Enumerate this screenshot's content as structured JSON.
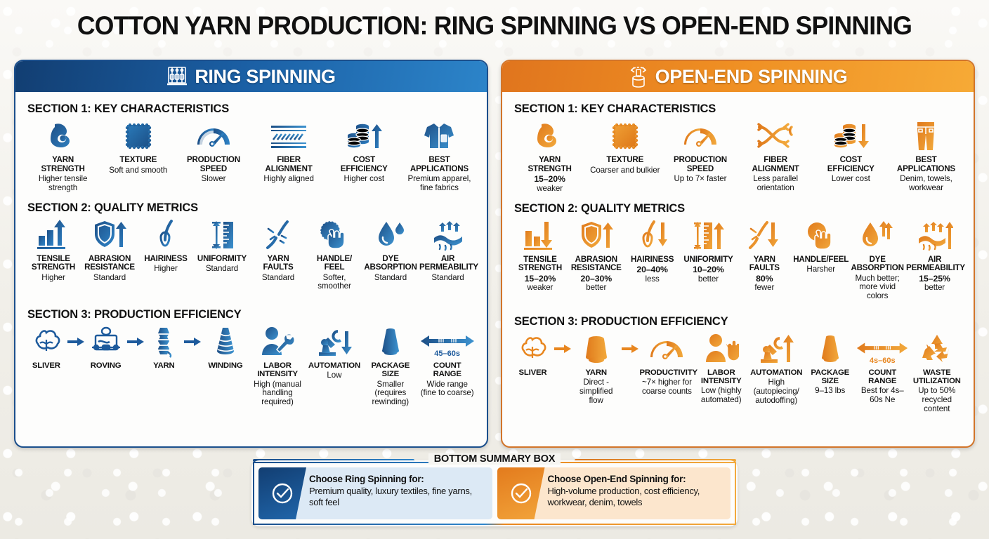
{
  "title": "COTTON YARN PRODUCTION: RING SPINNING VS OPEN-END SPINNING",
  "colors": {
    "ring_dark": "#123e72",
    "ring_mid": "#1b5fa4",
    "ring_light": "#2c84c9",
    "openend_dark": "#e0751e",
    "openend_mid": "#ef8f23",
    "openend_light": "#f6aa36",
    "background": "#f3f2ee"
  },
  "left_panel": {
    "header": "RING SPINNING",
    "header_icon": "ring-frame-icon",
    "sections": [
      {
        "title": "SECTION 1: KEY CHARACTERISTICS",
        "items": [
          {
            "icon": "flexed-bicep-icon",
            "label": "YARN\nSTRENGTH",
            "value": "Higher tensile strength"
          },
          {
            "icon": "fabric-swatch-icon",
            "label": "TEXTURE",
            "value": "Soft and smooth"
          },
          {
            "icon": "speedometer-icon",
            "label": "PRODUCTION\nSPEED",
            "value": "Slower"
          },
          {
            "icon": "aligned-fibers-icon",
            "label": "FIBER\nALIGNMENT",
            "value": "Highly aligned"
          },
          {
            "icon": "coin-stack-up-arrow-icon",
            "label": "COST\nEFFICIENCY",
            "value": "Higher cost"
          },
          {
            "icon": "dress-shirt-icon",
            "label": "BEST\nAPPLICATIONS",
            "value": "Premium apparel, fine fabrics"
          }
        ]
      },
      {
        "title": "SECTION 2: QUALITY METRICS",
        "items": [
          {
            "icon": "bar-chart-up-arrow-icon",
            "label": "TENSILE\nSTRENGTH",
            "value": "Higher"
          },
          {
            "icon": "shield-up-arrow-icon",
            "label": "ABRASION\nRESISTANCE",
            "value": "Standard"
          },
          {
            "icon": "hair-follicle-icon",
            "label": "HAIRINESS",
            "value": "Higher"
          },
          {
            "icon": "ruler-measure-icon",
            "label": "UNIFORMITY",
            "value": "Standard"
          },
          {
            "icon": "yarn-break-icon",
            "label": "YARN\nFAULTS",
            "value": "Standard"
          },
          {
            "icon": "hand-touch-icon",
            "label": "HANDLE/\nFEEL",
            "value": "Softer, smoother"
          },
          {
            "icon": "water-droplet-icon",
            "label": "DYE\nABSORPTION",
            "value": "Standard"
          },
          {
            "icon": "air-permeability-icon",
            "label": "AIR\nPERMEABILITY",
            "value": "Standard"
          }
        ]
      },
      {
        "title": "SECTION 3: PRODUCTION EFFICIENCY",
        "flow": [
          {
            "icon": "cotton-boll-icon",
            "label": "SLIVER"
          },
          {
            "icon": "arrow-right-icon",
            "label": ""
          },
          {
            "icon": "roving-frame-icon",
            "label": "ROVING"
          },
          {
            "icon": "arrow-right-icon",
            "label": ""
          },
          {
            "icon": "yarn-bobbin-icon",
            "label": "YARN"
          },
          {
            "icon": "arrow-right-icon",
            "label": ""
          },
          {
            "icon": "winding-cone-icon",
            "label": "WINDING"
          }
        ],
        "items": [
          {
            "icon": "worker-wrench-icon",
            "label": "LABOR\nINTENSITY",
            "value": "High (manual handling required)"
          },
          {
            "icon": "robot-arm-down-icon",
            "label": "AUTOMATION",
            "value": "Low"
          },
          {
            "icon": "cone-package-icon",
            "label": "PACKAGE\nSIZE",
            "value": "Smaller (requires rewinding)"
          },
          {
            "icon": "double-arrow-icon",
            "label": "COUNT\nRANGE",
            "value": "Wide range (fine to coarse)",
            "badge": "45–60s"
          }
        ]
      }
    ]
  },
  "right_panel": {
    "header": "OPEN-END SPINNING",
    "header_icon": "rotor-spinning-icon",
    "sections": [
      {
        "title": "SECTION 1: KEY CHARACTERISTICS",
        "items": [
          {
            "icon": "flexed-bicep-icon",
            "label": "YARN\nSTRENGTH",
            "value": "15–20%",
            "value2": "weaker",
            "emph": true
          },
          {
            "icon": "fabric-swatch-icon",
            "label": "TEXTURE",
            "value": "Coarser and bulkier"
          },
          {
            "icon": "speedometer-icon",
            "label": "PRODUCTION\nSPEED",
            "value": "Up to 7× faster"
          },
          {
            "icon": "crossed-fibers-icon",
            "label": "FIBER\nALIGNMENT",
            "value": "Less parallel orientation"
          },
          {
            "icon": "coin-stack-down-arrow-icon",
            "label": "COST\nEFFICIENCY",
            "value": "Lower cost"
          },
          {
            "icon": "denim-jeans-icon",
            "label": "BEST\nAPPLICATIONS",
            "value": "Denim, towels, workwear"
          }
        ]
      },
      {
        "title": "SECTION 2: QUALITY METRICS",
        "items": [
          {
            "icon": "bar-chart-down-arrow-icon",
            "label": "TENSILE\nSTRENGTH",
            "value": "15–20%",
            "value2": "weaker",
            "emph": true
          },
          {
            "icon": "shield-up-arrow-icon",
            "label": "ABRASION\nRESISTANCE",
            "value": "20–30%",
            "value2": "better",
            "emph": true
          },
          {
            "icon": "hair-follicle-down-icon",
            "label": "HAIRINESS",
            "value": "20–40%",
            "value2": "less",
            "emph": true
          },
          {
            "icon": "ruler-measure-up-icon",
            "label": "UNIFORMITY",
            "value": "10–20%",
            "value2": "better",
            "emph": true
          },
          {
            "icon": "yarn-break-down-icon",
            "label": "YARN\nFAULTS",
            "value": "80%",
            "value2": "fewer",
            "emph": true
          },
          {
            "icon": "hand-touch-icon",
            "label": "HANDLE/FEEL",
            "value": "Harsher"
          },
          {
            "icon": "water-droplet-up-icon",
            "label": "DYE\nABSORPTION",
            "value": "Much better; more vivid colors"
          },
          {
            "icon": "air-permeability-up-icon",
            "label": "AIR\nPERMEABILITY",
            "value": "15–25%",
            "value2": "better",
            "emph": true
          }
        ]
      },
      {
        "title": "SECTION 3: PRODUCTION EFFICIENCY",
        "flow": [
          {
            "icon": "cotton-boll-icon",
            "label": "SLIVER"
          },
          {
            "icon": "arrow-right-icon",
            "label": ""
          },
          {
            "icon": "rotor-package-icon",
            "label": "YARN",
            "value": "Direct - simplified flow"
          },
          {
            "icon": "arrow-right-icon",
            "label": ""
          },
          {
            "icon": "speedometer-icon",
            "label": "PRODUCTIVITY",
            "value": "~7× higher for coarse counts"
          }
        ],
        "items": [
          {
            "icon": "worker-wave-icon",
            "label": "LABOR\nINTENSITY",
            "value": "Low (highly automated)"
          },
          {
            "icon": "robot-arm-up-icon",
            "label": "AUTOMATION",
            "value": "High (autopiecing/ autodoffing)"
          },
          {
            "icon": "cone-package-icon",
            "label": "PACKAGE\nSIZE",
            "value": "9–13 lbs"
          },
          {
            "icon": "double-arrow-icon",
            "label": "COUNT\nRANGE",
            "value": "Best for 4s–60s Ne",
            "badge": "4s–60s"
          },
          {
            "icon": "recycle-icon",
            "label": "WASTE\nUTILIZATION",
            "value": "Up to 50% recycled content"
          }
        ]
      }
    ]
  },
  "summary": {
    "label": "BOTTOM SUMMARY BOX",
    "left": {
      "icon": "check-circle-icon",
      "heading": "Choose Ring Spinning for:",
      "body": "Premium quality, luxury textiles, fine yarns, soft feel"
    },
    "right": {
      "icon": "check-circle-icon",
      "heading": "Choose Open-End Spinning for:",
      "body": "High-volume production, cost efficiency, workwear, denim, towels"
    }
  }
}
